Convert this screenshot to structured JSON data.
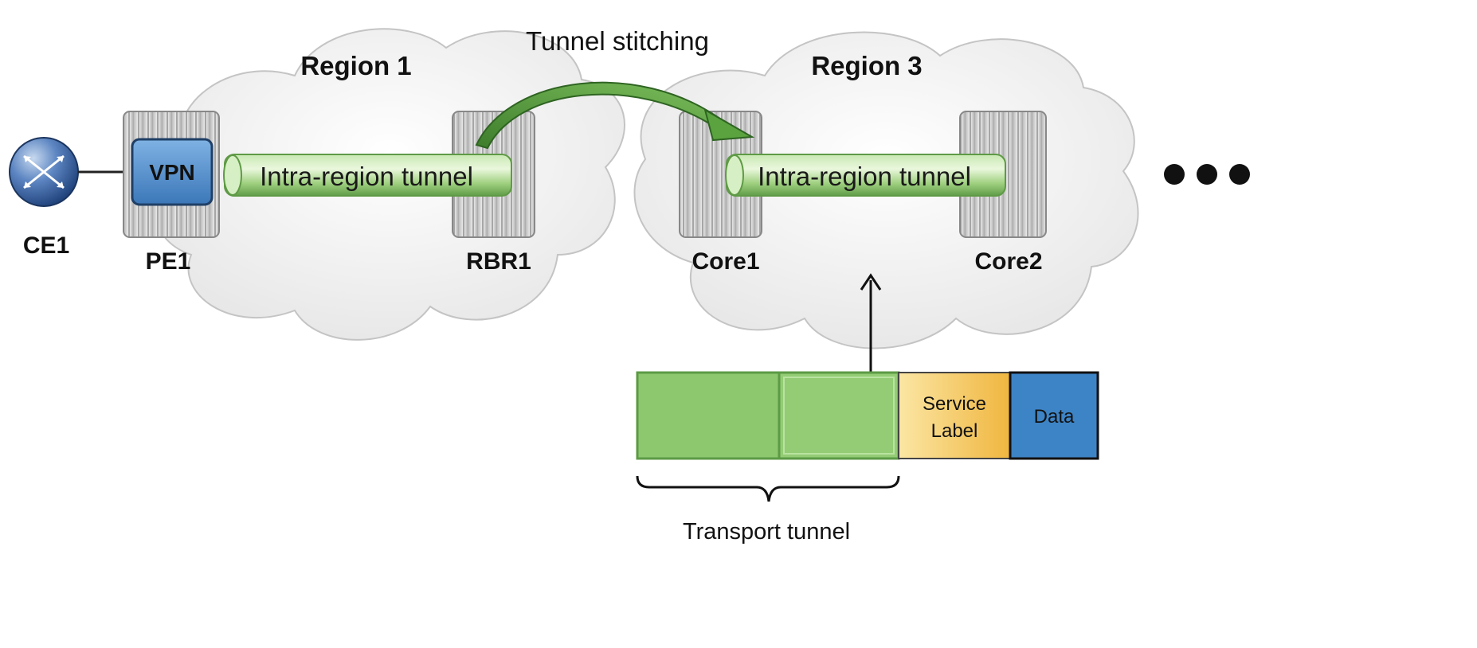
{
  "regions": {
    "region1": "Region 1",
    "region3": "Region 3"
  },
  "stitching_label": "Tunnel stitching",
  "nodes": {
    "ce1": "CE1",
    "pe1": "PE1",
    "rbr1": "RBR1",
    "core1": "Core1",
    "core2": "Core2"
  },
  "vpn_label": "VPN",
  "tunnels": {
    "tunnel1": "Intra-region tunnel",
    "tunnel2": "Intra-region tunnel"
  },
  "packet": {
    "service_label_line1": "Service",
    "service_label_line2": "Label",
    "data_label": "Data",
    "transport_label": "Transport tunnel"
  },
  "colors": {
    "tunnel_green": "#8dc86e",
    "vpn_blue": "#4f8fd0",
    "service_label_yellow": "#f6c45a",
    "data_blue": "#3d84c6",
    "cloud": "#eeeeee"
  }
}
